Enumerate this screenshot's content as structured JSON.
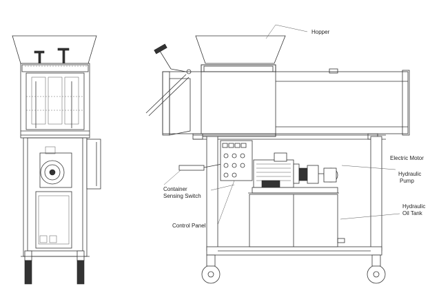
{
  "labels": {
    "hopper": "Hopper",
    "electric_motor": "Electric Motor",
    "hydraulic_pump_line1": "Hydraulic",
    "hydraulic_pump_line2": "Pump",
    "hydraulic_oil_tank_line1": "Hydraulic",
    "hydraulic_oil_tank_line2": "Oil Tank",
    "container_sensing_switch_line1": "Container",
    "container_sensing_switch_line2": "Sensing Switch",
    "control_panel": "Control Panel"
  },
  "colors": {
    "line": "#333333",
    "background": "#ffffff"
  }
}
